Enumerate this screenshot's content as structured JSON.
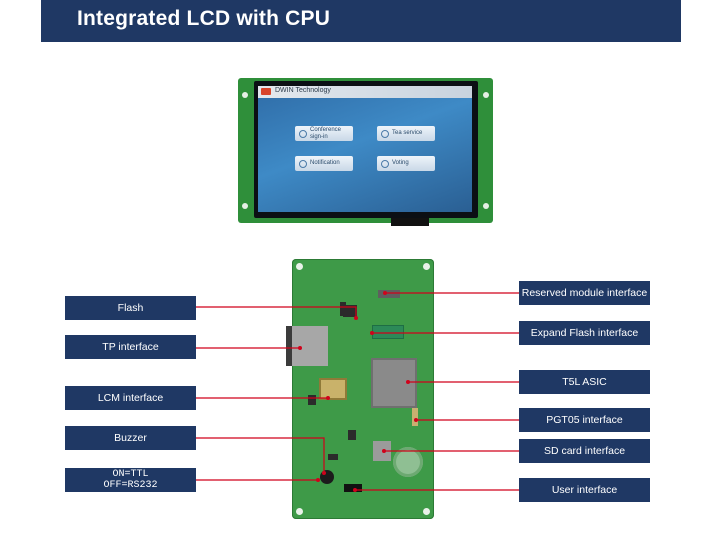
{
  "header": {
    "title": "Integrated LCD with CPU",
    "background_color": "#1f3864"
  },
  "lcd_screen": {
    "brand_bar_text": "DWIN Technology",
    "buttons": [
      {
        "label": "Conference sign-in",
        "icon": "person-icon"
      },
      {
        "label": "Tea service",
        "icon": "cup-icon"
      },
      {
        "label": "Notification",
        "icon": "bell-icon"
      },
      {
        "label": "Voting",
        "icon": "hand-icon"
      }
    ]
  },
  "left_labels": [
    {
      "key": "flash",
      "text": "Flash"
    },
    {
      "key": "tp",
      "text": "TP interface"
    },
    {
      "key": "lcm",
      "text": "LCM interface"
    },
    {
      "key": "buzzer",
      "text": "Buzzer"
    },
    {
      "key": "ttl",
      "line1": "ON=TTL",
      "line2": "OFF=RS232"
    }
  ],
  "right_labels": [
    {
      "key": "reserved",
      "text": "Reserved module interface"
    },
    {
      "key": "expand_flash",
      "text": "Expand Flash interface"
    },
    {
      "key": "t5l",
      "text": "T5L ASIC"
    },
    {
      "key": "pgt05",
      "text": "PGT05 interface"
    },
    {
      "key": "sd",
      "text": "SD card interface"
    },
    {
      "key": "user",
      "text": "User interface"
    }
  ],
  "colors": {
    "label_bg": "#1f3864",
    "leader_line": "#d0021b",
    "pcb_green": "#3e9a48"
  }
}
